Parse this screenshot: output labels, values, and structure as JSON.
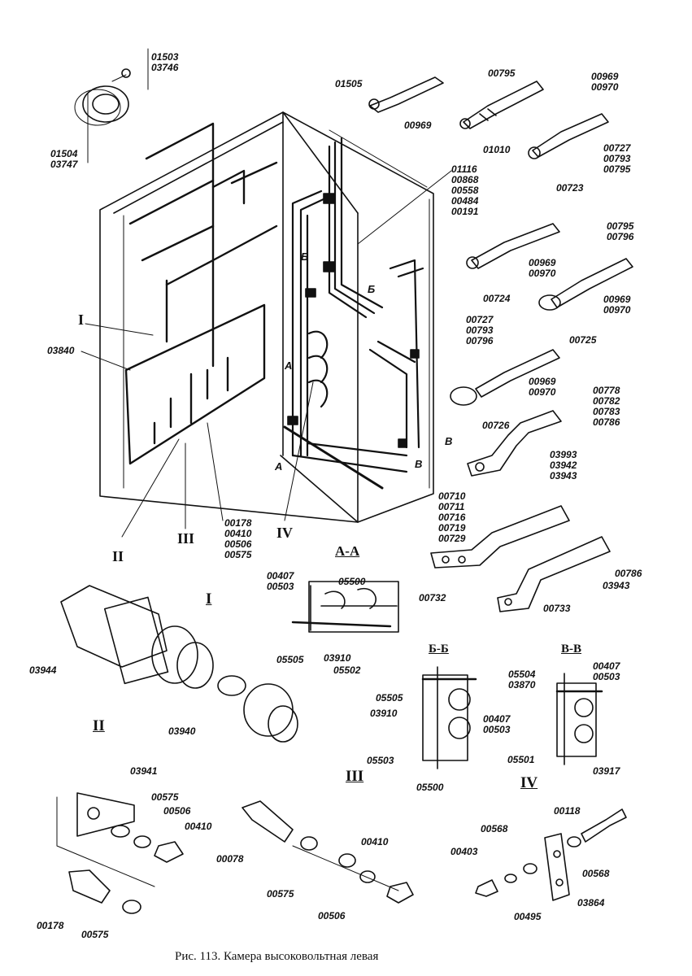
{
  "caption": "Рис. 113. Камера высоковольтная левая",
  "callouts": {
    "c01503_03746": [
      "01503",
      "03746"
    ],
    "c01504_03747": [
      "01504",
      "03747"
    ],
    "c01505": [
      "01505"
    ],
    "c00969_a": [
      "00969"
    ],
    "c00795_a": [
      "00795"
    ],
    "c01010": [
      "01010"
    ],
    "c00969_00970_a": [
      "00969",
      "00970"
    ],
    "c00727_00793_00795": [
      "00727",
      "00793",
      "00795"
    ],
    "c00723": [
      "00723"
    ],
    "c01116_group": [
      "01116",
      "00868",
      "00558",
      "00484",
      "00191"
    ],
    "c00795_00796": [
      "00795",
      "00796"
    ],
    "c00969_00970_b": [
      "00969",
      "00970"
    ],
    "c00724": [
      "00724"
    ],
    "c00969_00970_c": [
      "00969",
      "00970"
    ],
    "c00725": [
      "00725"
    ],
    "c00727_00793_00796": [
      "00727",
      "00793",
      "00796"
    ],
    "c00969_00970_d": [
      "00969",
      "00970"
    ],
    "c00726": [
      "00726"
    ],
    "c00778_group": [
      "00778",
      "00782",
      "00783",
      "00786"
    ],
    "c03993_group": [
      "03993",
      "03942",
      "03943"
    ],
    "c00710_group": [
      "00710",
      "00711",
      "00716",
      "00719",
      "00729"
    ],
    "c00786": [
      "00786"
    ],
    "c03943": [
      "03943"
    ],
    "c00732": [
      "00732"
    ],
    "c00733": [
      "00733"
    ],
    "c03840": [
      "03840"
    ],
    "c00178_group": [
      "00178",
      "00410",
      "00506",
      "00575"
    ],
    "c00407_00503_aa": [
      "00407",
      "00503"
    ],
    "c05500_aa": [
      "05500"
    ],
    "c05505_aa": [
      "05505"
    ],
    "c03910_aa": [
      "03910"
    ],
    "c05502": [
      "05502"
    ],
    "c03944": [
      "03944"
    ],
    "c03940": [
      "03940"
    ],
    "c05505_bb": [
      "05505"
    ],
    "c03910_bb": [
      "03910"
    ],
    "c00407_00503_bb": [
      "00407",
      "00503"
    ],
    "c05503": [
      "05503"
    ],
    "c05500_bb": [
      "05500"
    ],
    "c05504_03870": [
      "05504",
      "03870"
    ],
    "c00407_00503_vv": [
      "00407",
      "00503"
    ],
    "c05501": [
      "05501"
    ],
    "c03917": [
      "03917"
    ],
    "c03941": [
      "03941"
    ],
    "c00575_ii": [
      "00575"
    ],
    "c00506_ii": [
      "00506"
    ],
    "c00410_ii": [
      "00410"
    ],
    "c00178_ii": [
      "00178"
    ],
    "c00575_ii_b": [
      "00575"
    ],
    "c00078": [
      "00078"
    ],
    "c00575_iii": [
      "00575"
    ],
    "c00410_iii": [
      "00410"
    ],
    "c00506_iii": [
      "00506"
    ],
    "c00118": [
      "00118"
    ],
    "c00568_a": [
      "00568"
    ],
    "c00403": [
      "00403"
    ],
    "c00568_b": [
      "00568"
    ],
    "c03864": [
      "03864"
    ],
    "c00495": [
      "00495"
    ]
  },
  "section_titles": {
    "aa": "А-А",
    "bb": "Б-Б",
    "vv": "В-В",
    "sec_I": "I",
    "sec_II": "II",
    "sec_III": "III",
    "sec_IV": "IV"
  },
  "view_markers": {
    "I": "I",
    "II": "II",
    "III": "III",
    "IV": "IV",
    "A_top": "A",
    "A_bottom": "A",
    "B_left": "Б",
    "B_right": "Б",
    "V_right": "B",
    "V_bottom": "B"
  }
}
